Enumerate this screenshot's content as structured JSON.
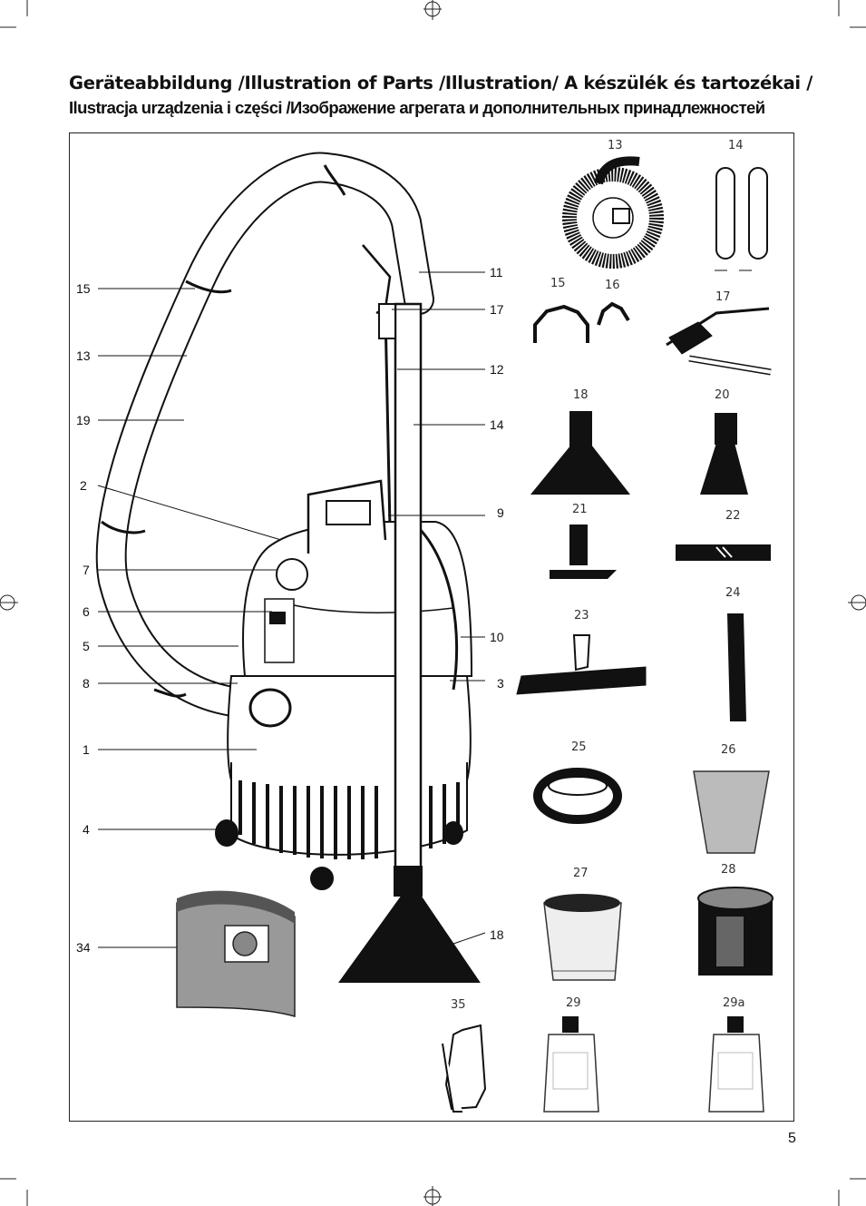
{
  "header": {
    "line1": "Geräteabbildung /Illustration of Parts /Illustration/ A készülék és tartozékai /",
    "line2": "Ilustracja urządzenia i części /Изображение агрегата и дополнительных принадлежностей"
  },
  "callouts_left": [
    "15",
    "13",
    "19",
    "2",
    "7",
    "6",
    "5",
    "8",
    "1",
    "4",
    "34"
  ],
  "callouts_right": [
    "11",
    "17",
    "12",
    "14",
    "9",
    "10",
    "3",
    "18"
  ],
  "parts": {
    "p13": "13",
    "p14": "14",
    "p15": "15",
    "p16": "16",
    "p17": "17",
    "p18": "18",
    "p20": "20",
    "p21": "21",
    "p22": "22",
    "p23": "23",
    "p24": "24",
    "p25": "25",
    "p26": "26",
    "p27": "27",
    "p28": "28",
    "p29": "29",
    "p29a": "29a",
    "p35": "35"
  },
  "page_number": "5"
}
